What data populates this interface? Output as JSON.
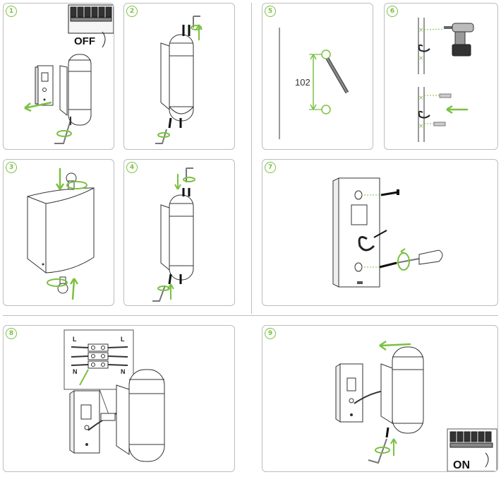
{
  "steps": [
    {
      "number": "1",
      "label": "OFF"
    },
    {
      "number": "2"
    },
    {
      "number": "3"
    },
    {
      "number": "4"
    },
    {
      "number": "5",
      "measurement": "102"
    },
    {
      "number": "6"
    },
    {
      "number": "7"
    },
    {
      "number": "8",
      "wire_live_left": "L",
      "wire_live_right": "L",
      "wire_neutral_left": "N",
      "wire_neutral_right": "N"
    },
    {
      "number": "9",
      "label": "ON"
    }
  ],
  "colors": {
    "accent": "#7ac142",
    "line": "#444444",
    "panel_border": "#bdbdbd",
    "dark": "#1a1a1a"
  }
}
